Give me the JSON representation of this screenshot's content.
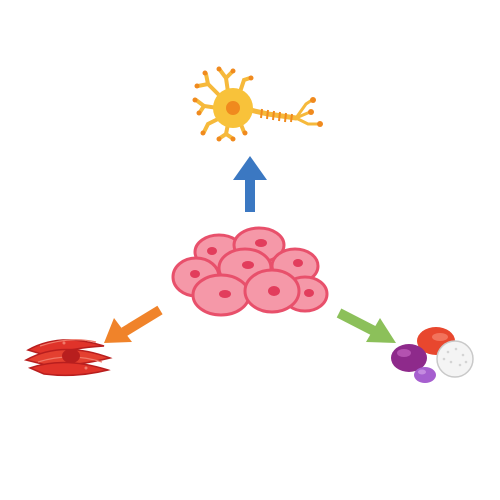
{
  "diagram": {
    "center": {
      "icon": "stem-cell-cluster-icon"
    },
    "branches": [
      {
        "direction": "up",
        "arrow_color": "#3b78c2",
        "target_icon": "neuron-icon",
        "target_color": "#f6b93b"
      },
      {
        "direction": "down-left",
        "arrow_color": "#f0832a",
        "target_icon": "muscle-cell-icon",
        "target_color": "#e23a2f"
      },
      {
        "direction": "down-right",
        "arrow_color": "#8cc05a",
        "target_icon": "blood-cells-icon",
        "target_color": "#8e2a8b"
      }
    ],
    "colors": {
      "cell_fill": "#f598a8",
      "cell_stroke": "#e8506b",
      "nucleus": "#e23d5c",
      "neuron_body": "#f8c23a",
      "neuron_nucleus": "#f08a1e",
      "muscle": "#e0332a",
      "muscle_nucleus": "#b81e1e",
      "rbc": "#e8472e",
      "wbc": "#8e2a8b",
      "platelet": "#a65fcf",
      "lymphocyte": "#f2f2f2"
    }
  }
}
